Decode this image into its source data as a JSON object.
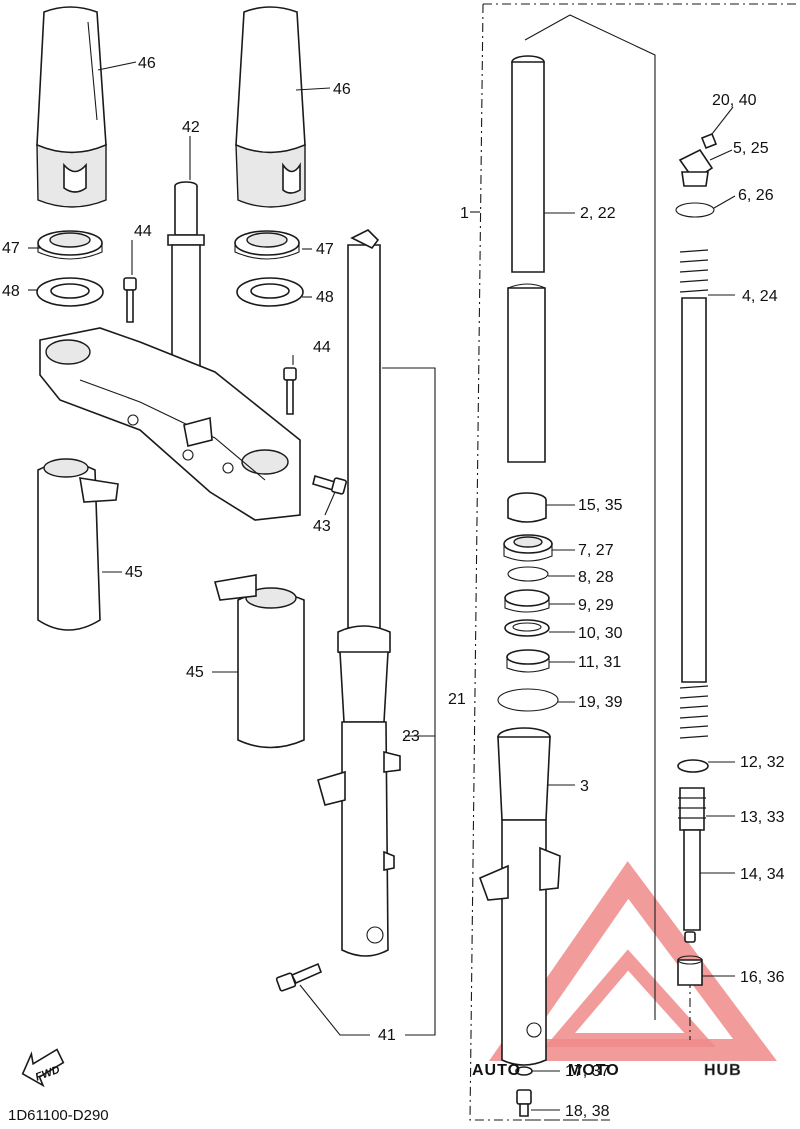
{
  "diagram": {
    "code": "1D61100-D290",
    "direction_badge": "FWD",
    "callouts": [
      {
        "id": "c46a",
        "label": "46"
      },
      {
        "id": "c46b",
        "label": "46"
      },
      {
        "id": "c42",
        "label": "42"
      },
      {
        "id": "c44a",
        "label": "44"
      },
      {
        "id": "c44b",
        "label": "44"
      },
      {
        "id": "c47a",
        "label": "47"
      },
      {
        "id": "c47b",
        "label": "47"
      },
      {
        "id": "c48a",
        "label": "48"
      },
      {
        "id": "c48b",
        "label": "48"
      },
      {
        "id": "c43",
        "label": "43"
      },
      {
        "id": "c45a",
        "label": "45"
      },
      {
        "id": "c45b",
        "label": "45"
      },
      {
        "id": "c21",
        "label": "21"
      },
      {
        "id": "c23",
        "label": "23"
      },
      {
        "id": "c41",
        "label": "41"
      },
      {
        "id": "c1",
        "label": "1"
      },
      {
        "id": "c2",
        "label": "2, 22"
      },
      {
        "id": "c3",
        "label": "3"
      },
      {
        "id": "c15",
        "label": "15, 35"
      },
      {
        "id": "c7",
        "label": "7, 27"
      },
      {
        "id": "c8",
        "label": "8, 28"
      },
      {
        "id": "c9",
        "label": "9, 29"
      },
      {
        "id": "c10",
        "label": "10, 30"
      },
      {
        "id": "c11",
        "label": "11, 31"
      },
      {
        "id": "c19",
        "label": "19, 39"
      },
      {
        "id": "c17",
        "label": "17, 37"
      },
      {
        "id": "c18",
        "label": "18, 38"
      },
      {
        "id": "c20",
        "label": "20, 40"
      },
      {
        "id": "c5",
        "label": "5, 25"
      },
      {
        "id": "c6",
        "label": "6, 26"
      },
      {
        "id": "c4",
        "label": "4, 24"
      },
      {
        "id": "c12",
        "label": "12, 32"
      },
      {
        "id": "c13",
        "label": "13, 33"
      },
      {
        "id": "c14",
        "label": "14, 34"
      },
      {
        "id": "c16",
        "label": "16, 36"
      }
    ]
  },
  "watermark": {
    "text_auto": "AUTO",
    "text_moto": "MOTO",
    "text_hub": "HUB",
    "color_primary": "#f0a23a",
    "color_secondary": "#c9c9c9",
    "color_triangle": "#f08a8a"
  }
}
